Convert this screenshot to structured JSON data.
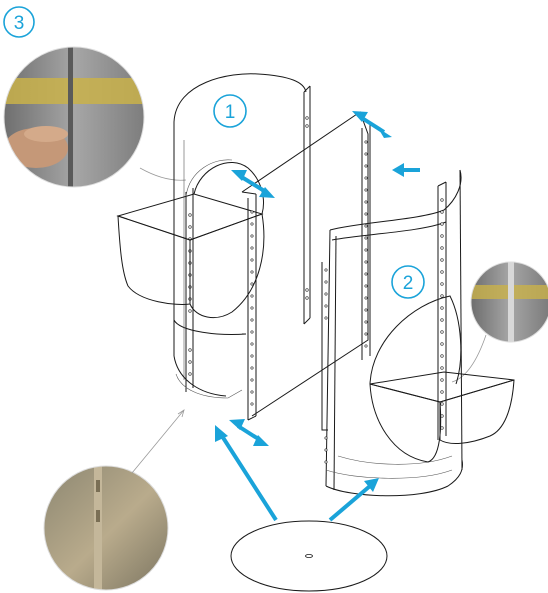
{
  "steps": [
    {
      "label": "1",
      "color": "#1aa3d9"
    },
    {
      "label": "2",
      "color": "#1aa3d9"
    },
    {
      "label": "3",
      "color": "#1aa3d9"
    }
  ],
  "colors": {
    "accent": "#1aa3d9",
    "line": "#1a1a1a",
    "photo_wood": "#b9ab8c",
    "photo_yellow": "#c9b24a"
  },
  "icons": [
    "left-right-double-arrow-icon",
    "left-arrow-icon",
    "up-arrow-icon"
  ]
}
